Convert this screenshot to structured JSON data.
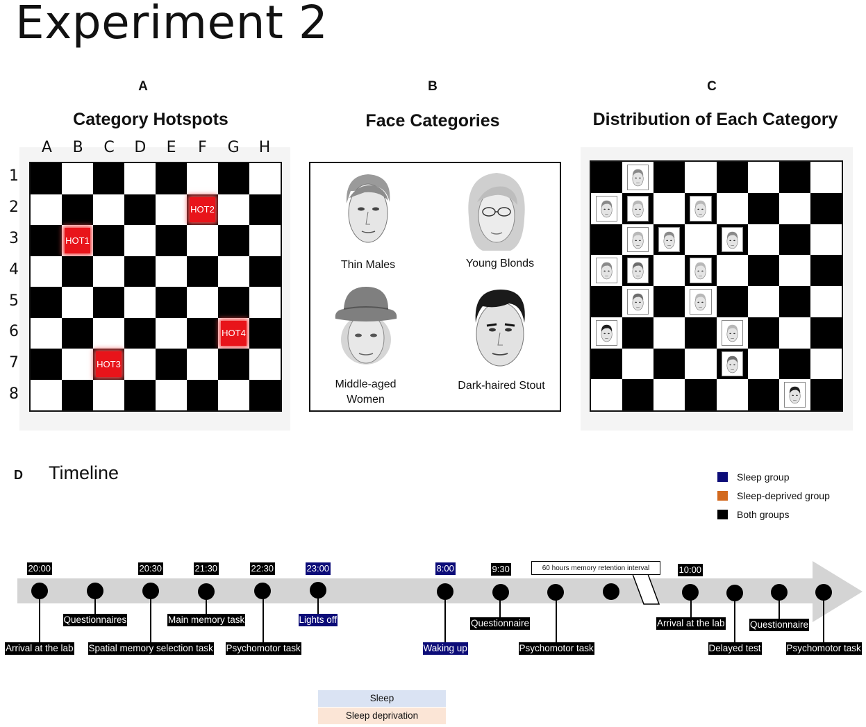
{
  "title": "Experiment 2",
  "panels": {
    "a": {
      "label": "A",
      "title": "Category Hotspots"
    },
    "b": {
      "label": "B",
      "title": "Face Categories"
    },
    "c": {
      "label": "C",
      "title": "Distribution of Each Category"
    }
  },
  "board": {
    "columns": [
      "A",
      "B",
      "C",
      "D",
      "E",
      "F",
      "G",
      "H"
    ],
    "rows": [
      "1",
      "2",
      "3",
      "4",
      "5",
      "6",
      "7",
      "8"
    ],
    "hotspots": [
      {
        "label": "HOT1",
        "col": 1,
        "row": 2
      },
      {
        "label": "HOT2",
        "col": 5,
        "row": 1
      },
      {
        "label": "HOT3",
        "col": 2,
        "row": 6
      },
      {
        "label": "HOT4",
        "col": 6,
        "row": 5
      }
    ]
  },
  "categories": [
    {
      "name": "Thin Males"
    },
    {
      "name": "Young Blonds"
    },
    {
      "name": "Middle-aged Women"
    },
    {
      "name": "Dark-haired Stout"
    }
  ],
  "distribution": {
    "faces": [
      {
        "col": 1,
        "row": 0,
        "cat": 0
      },
      {
        "col": 0,
        "row": 1,
        "cat": 0
      },
      {
        "col": 1,
        "row": 1,
        "cat": 1
      },
      {
        "col": 3,
        "row": 1,
        "cat": 1
      },
      {
        "col": 1,
        "row": 2,
        "cat": 1
      },
      {
        "col": 2,
        "row": 2,
        "cat": 0
      },
      {
        "col": 4,
        "row": 2,
        "cat": 0
      },
      {
        "col": 0,
        "row": 3,
        "cat": 0
      },
      {
        "col": 1,
        "row": 3,
        "cat": 2
      },
      {
        "col": 3,
        "row": 3,
        "cat": 1
      },
      {
        "col": 1,
        "row": 4,
        "cat": 2
      },
      {
        "col": 3,
        "row": 4,
        "cat": 1
      },
      {
        "col": 0,
        "row": 5,
        "cat": 3
      },
      {
        "col": 4,
        "row": 5,
        "cat": 1
      },
      {
        "col": 4,
        "row": 6,
        "cat": 2
      },
      {
        "col": 6,
        "row": 7,
        "cat": 3
      }
    ]
  },
  "timeline": {
    "label": "D",
    "title": "Timeline",
    "legend": [
      {
        "label": "Sleep group",
        "color": "#0c0c78"
      },
      {
        "label": "Sleep-deprived group",
        "color": "#d2691e"
      },
      {
        "label": "Both groups",
        "color": "#000000"
      }
    ],
    "times": [
      {
        "text": "20:00",
        "group": "both"
      },
      {
        "text": "20:30",
        "group": "both"
      },
      {
        "text": "21:30",
        "group": "both"
      },
      {
        "text": "22:30",
        "group": "both"
      },
      {
        "text": "23:00",
        "group": "sleep"
      },
      {
        "text": "8:00",
        "group": "sleep"
      },
      {
        "text": "9:30",
        "group": "both"
      },
      {
        "text": "10:00",
        "group": "both"
      }
    ],
    "retention": "60 hours memory retention interval",
    "events": [
      {
        "text": "Arrival at the lab",
        "group": "both"
      },
      {
        "text": "Questionnaires",
        "group": "both"
      },
      {
        "text": "Spatial memory selection task",
        "group": "both"
      },
      {
        "text": "Main memory task",
        "group": "both"
      },
      {
        "text": "Psychomotor task",
        "group": "both"
      },
      {
        "text": "Lights off",
        "group": "sleep"
      },
      {
        "text": "Waking up",
        "group": "sleep"
      },
      {
        "text": "Questionnaire",
        "group": "both"
      },
      {
        "text": "Psychomotor task",
        "group": "both"
      },
      {
        "text": "Arrival at the lab",
        "group": "both"
      },
      {
        "text": "Delayed test",
        "group": "both"
      },
      {
        "text": "Questionnaire",
        "group": "both"
      },
      {
        "text": "Psychomotor task",
        "group": "both"
      }
    ],
    "phases": [
      {
        "label": "Sleep",
        "color": "#dae3f3"
      },
      {
        "label": "Sleep deprivation",
        "color": "#fbe5d6"
      }
    ]
  }
}
